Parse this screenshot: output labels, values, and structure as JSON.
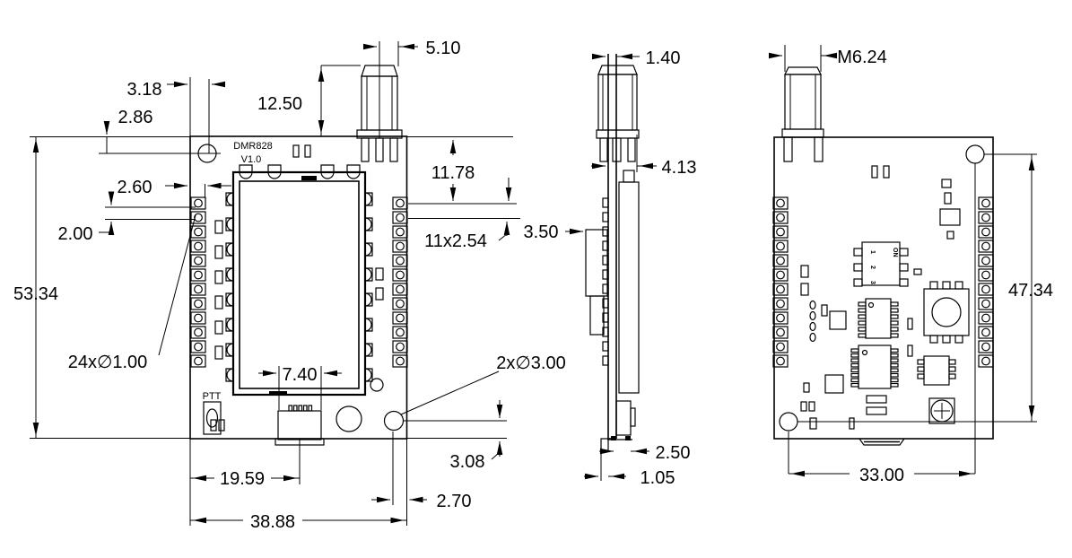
{
  "drawing": {
    "board": {
      "name": "DMR828",
      "version": "V1.0",
      "ptt": "PTT",
      "dip_on": "ON",
      "dip_1": "1",
      "dip_2": "2",
      "dip_3": "3"
    },
    "front": {
      "hole_offset_x": "3.18",
      "hole_offset_y": "2.86",
      "pad_inset": "2.60",
      "pad_gap": "2.00",
      "board_height": "53.34",
      "pin_holes": "24x∅1.00",
      "ant_pin_span": "5.10",
      "ant_height": "12.50",
      "first_pad_offset": "11.78",
      "pad_pitch": "11x2.54",
      "usb_width": "7.40",
      "mount_holes": "2x∅3.00",
      "hole_offset_bottom": "3.08",
      "hole_offset_right": "2.70",
      "usb_center": "19.59",
      "board_width": "38.88"
    },
    "side": {
      "pcb_thickness": "1.40",
      "ant_offset": "4.13",
      "component_height": "3.50",
      "usb_height": "2.50",
      "bottom_clearance": "1.05"
    },
    "back": {
      "ant_thread": "M6.24",
      "hole_span_v": "47.34",
      "hole_span_h": "33.00"
    }
  }
}
